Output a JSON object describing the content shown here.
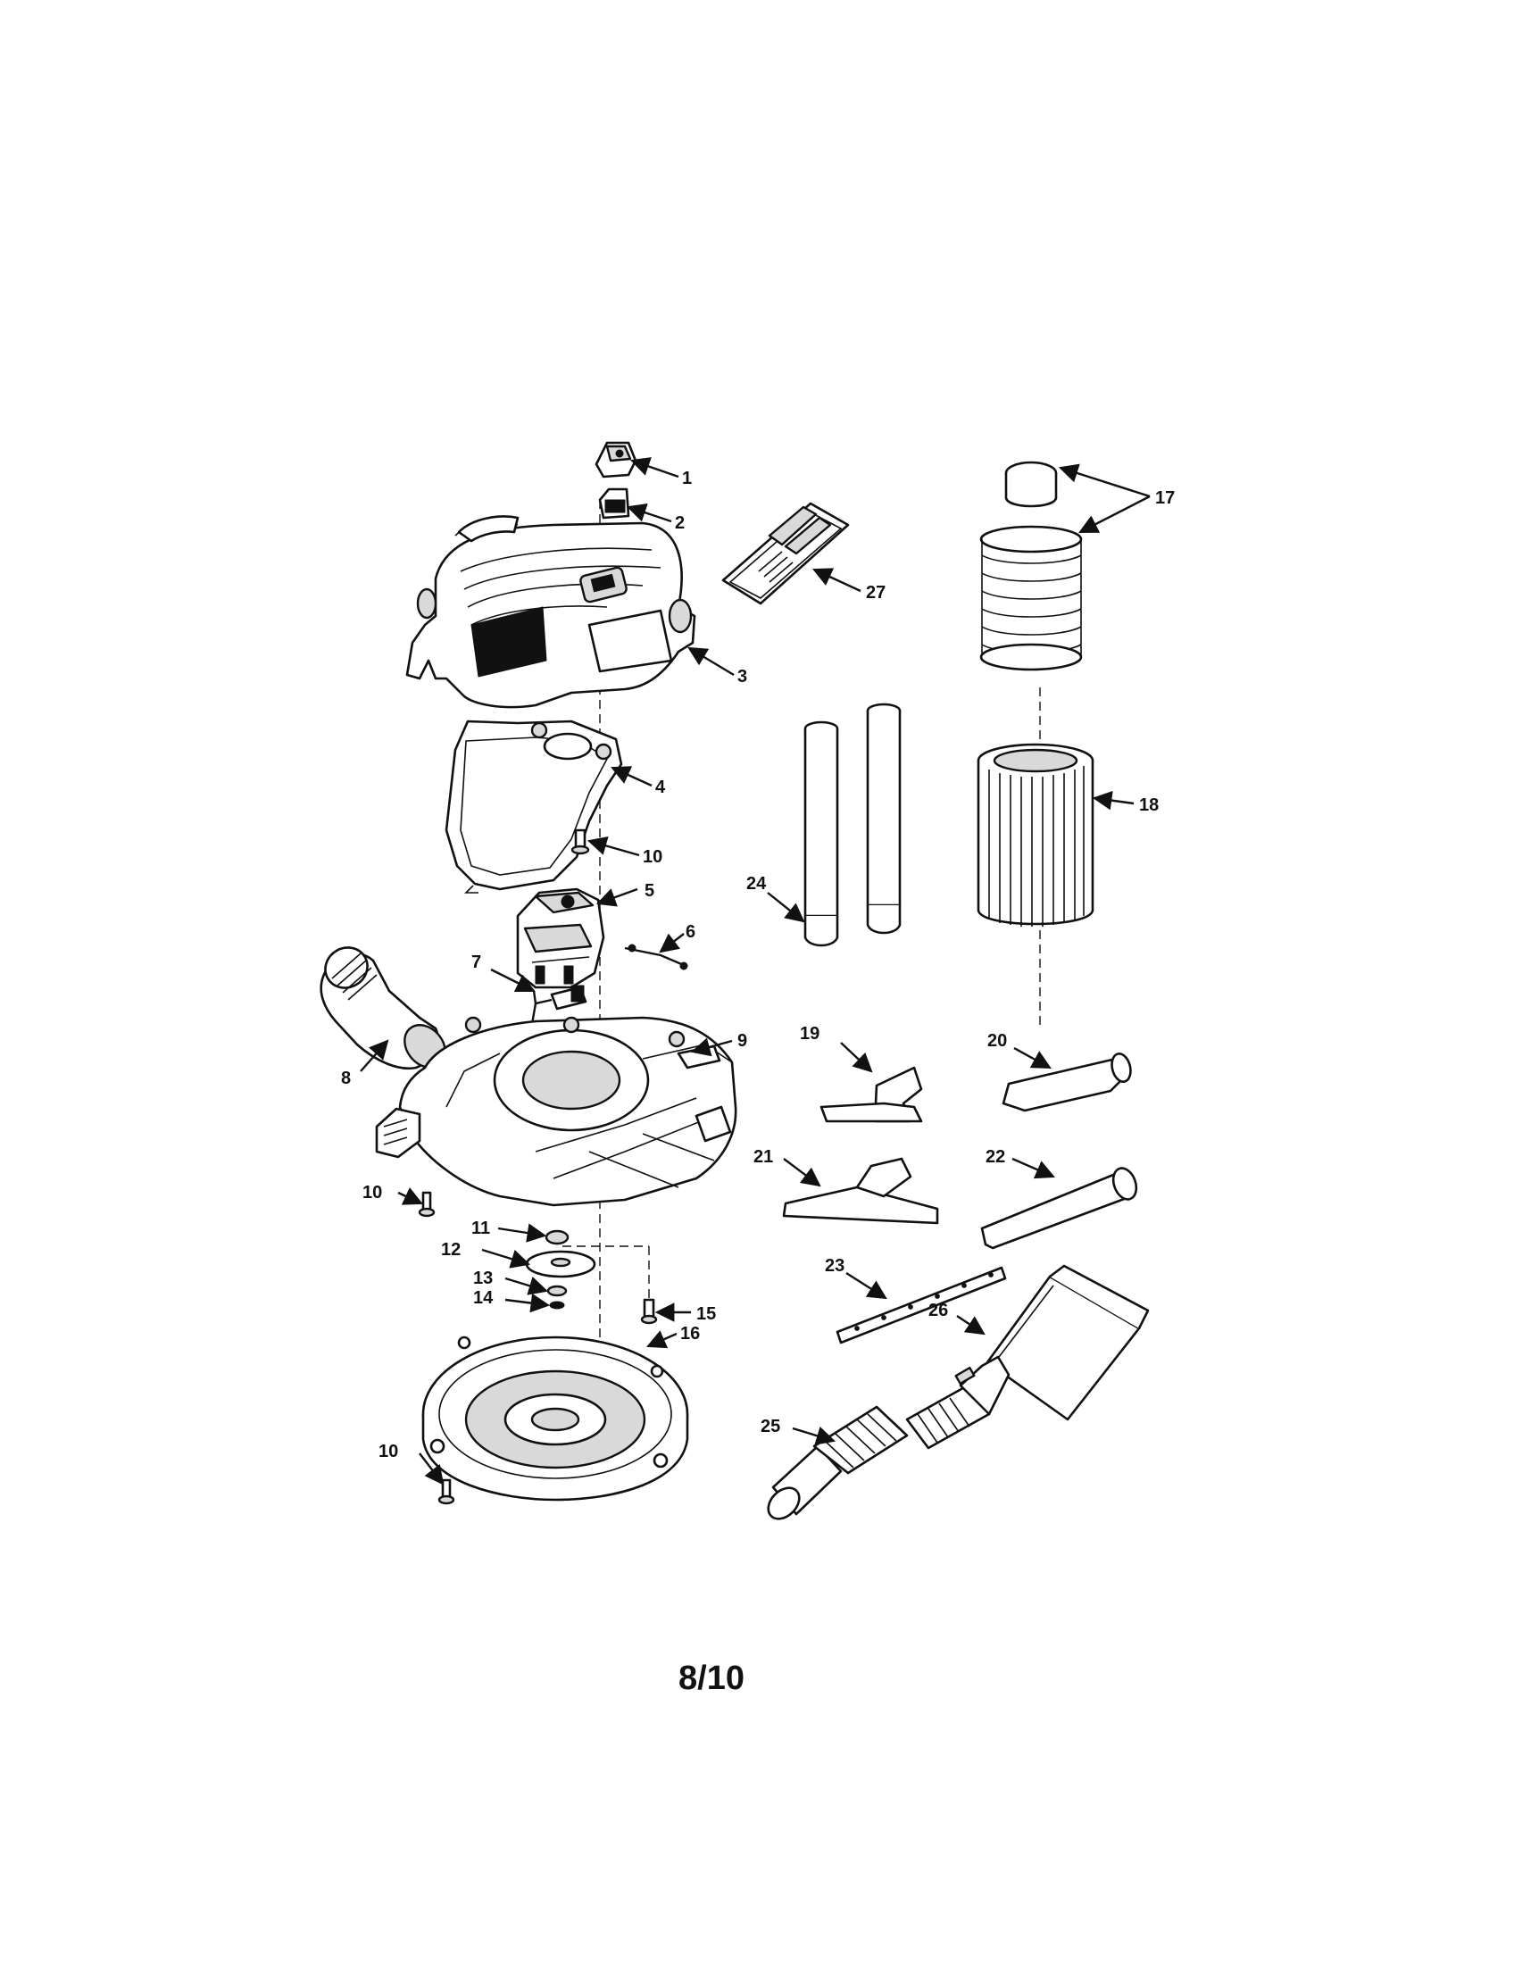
{
  "diagram": {
    "callouts": [
      {
        "id": "c1",
        "text": "1"
      },
      {
        "id": "c2",
        "text": "2"
      },
      {
        "id": "c3",
        "text": "3"
      },
      {
        "id": "c4",
        "text": "4"
      },
      {
        "id": "c5",
        "text": "5"
      },
      {
        "id": "c6",
        "text": "6"
      },
      {
        "id": "c7",
        "text": "7"
      },
      {
        "id": "c8",
        "text": "8"
      },
      {
        "id": "c9",
        "text": "9"
      },
      {
        "id": "c10a",
        "text": "10"
      },
      {
        "id": "c10b",
        "text": "10"
      },
      {
        "id": "c10c",
        "text": "10"
      },
      {
        "id": "c11",
        "text": "11"
      },
      {
        "id": "c12",
        "text": "12"
      },
      {
        "id": "c13",
        "text": "13"
      },
      {
        "id": "c14",
        "text": "14"
      },
      {
        "id": "c15",
        "text": "15"
      },
      {
        "id": "c16",
        "text": "16"
      },
      {
        "id": "c17",
        "text": "17"
      },
      {
        "id": "c18",
        "text": "18"
      },
      {
        "id": "c19",
        "text": "19"
      },
      {
        "id": "c20",
        "text": "20"
      },
      {
        "id": "c21",
        "text": "21"
      },
      {
        "id": "c22",
        "text": "22"
      },
      {
        "id": "c23",
        "text": "23"
      },
      {
        "id": "c24",
        "text": "24"
      },
      {
        "id": "c25",
        "text": "25"
      },
      {
        "id": "c26",
        "text": "26"
      },
      {
        "id": "c27",
        "text": "27"
      }
    ]
  },
  "page_number": "8/10"
}
